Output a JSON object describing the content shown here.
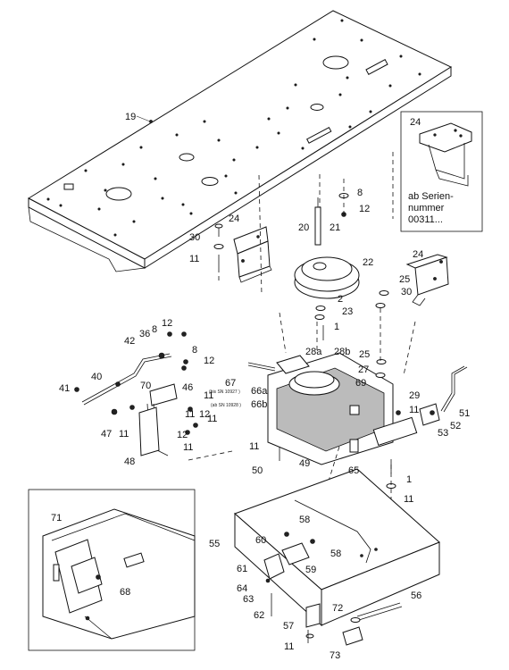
{
  "callouts": {
    "c19": "19",
    "c24a": "24",
    "c24b": "24",
    "c24c": "24",
    "c8a": "8",
    "c8b": "8",
    "c8c": "8",
    "c12a": "12",
    "c12b": "12",
    "c12c": "12",
    "c12d": "12",
    "c12e": "12",
    "c20": "20",
    "c21": "21",
    "c22": "22",
    "c30a": "30",
    "c30b": "30",
    "c11a": "11",
    "c11b": "11",
    "c11c": "11",
    "c11d": "11",
    "c11e": "11",
    "c11f": "11",
    "c11g": "11",
    "c11h": "11",
    "c11i": "11",
    "c2": "2",
    "c23": "23",
    "c1a": "1",
    "c1b": "1",
    "c25": "25",
    "c27": "27",
    "c28a": "28a",
    "c28b": "28b",
    "c36": "36",
    "c42": "42",
    "c40": "40",
    "c41": "41",
    "c70": "70",
    "c46": "46",
    "c47": "47",
    "c48": "48",
    "c67": "67",
    "c66a": "66a",
    "c66b": "66b",
    "c69": "69",
    "c29": "29",
    "c51": "51",
    "c52": "52",
    "c53": "53",
    "c49": "49",
    "c50": "50",
    "c65": "65",
    "c55": "55",
    "c58a": "58",
    "c58b": "58",
    "c60": "60",
    "c59": "59",
    "c61": "61",
    "c64": "64",
    "c63": "63",
    "c62": "62",
    "c57": "57",
    "c72": "72",
    "c73": "73",
    "c56": "56",
    "c71": "71",
    "c68": "68"
  },
  "serial_notes": {
    "bis": "(bis SN 10927 )",
    "ab": "(ab SN 10928 )"
  },
  "inset_note": {
    "line1": "ab Serien-",
    "line2": "nummer",
    "line3": "00311..."
  }
}
